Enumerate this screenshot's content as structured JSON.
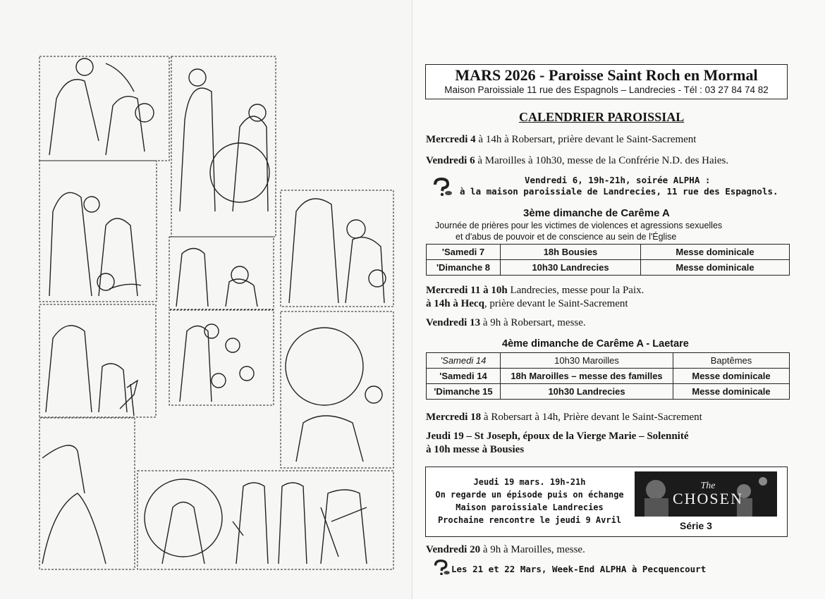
{
  "header": {
    "title": "MARS 2026 - Paroisse Saint Roch en Mormal",
    "subtitle": "Maison Paroissiale 11 rue des Espagnols – Landrecies - Tél : 03 27 84 74 82"
  },
  "calendar_title": "CALENDRIER PAROISSIAL",
  "events": {
    "e1_bold": "Mercredi 4",
    "e1_rest": " à 14h à Robersart, prière devant le Saint-Sacrement",
    "e2_bold": "Vendredi 6",
    "e2_rest": " à  Maroilles à 10h30, messe de la Confrérie N.D. des Haies.",
    "alpha1_line1": "Vendredi 6, 19h-21h, soirée ALPHA :",
    "alpha1_line2": "à la maison paroissiale de Landrecies, 11 rue des Espagnols.",
    "sunday3_title": "3ème dimanche de Carême A",
    "sunday3_note1": "Journée de prières pour les victimes de violences et agressions sexuelles",
    "sunday3_note2": "et d'abus de pouvoir et de conscience au sein de l'Église",
    "e3_bold": "Mercredi 11 à 10h",
    "e3_rest": " Landrecies, messe pour la Paix.",
    "e4_bold": "à 14h à Hecq",
    "e4_rest": ", prière devant le Saint-Sacrement",
    "e5_bold": "Vendredi 13",
    "e5_rest": " à 9h à Robersart, messe.",
    "sunday4_title": "4ème dimanche de Carême A - Laetare",
    "e6_bold": "Mercredi 18",
    "e6_rest": " à Robersart à 14h, Prière devant le Saint-Sacrement",
    "e7_line1": "Jeudi 19 – St Joseph, époux de la Vierge Marie – Solennité",
    "e7_line2": "à 10h messe à Bousies",
    "e8_bold": "Vendredi 20",
    "e8_rest": " à 9h à Maroilles, messe.",
    "alpha2": "Les 21 et 22 Mars, Week-End ALPHA à Pecquencourt"
  },
  "table1": [
    [
      "'Samedi 7",
      "18h Bousies",
      "Messe dominicale"
    ],
    [
      "'Dimanche 8",
      "10h30 Landrecies",
      "Messe dominicale"
    ]
  ],
  "table2": [
    [
      "'Samedi 14",
      "10h30 Maroilles",
      "Baptêmes"
    ],
    [
      "'Samedi 14",
      "18h Maroilles – messe des familles",
      "Messe dominicale"
    ],
    [
      "'Dimanche 15",
      "10h30 Landrecies",
      "Messe dominicale"
    ]
  ],
  "chosen": {
    "line1": "Jeudi 19 mars. 19h-21h",
    "line2": "On regarde un épisode puis on échange",
    "line3": "Maison paroissiale Landrecies",
    "line4": "Prochaine rencontre le jeudi 9 Avril",
    "logo": "The CHOSEN",
    "serie": "Série 3"
  }
}
